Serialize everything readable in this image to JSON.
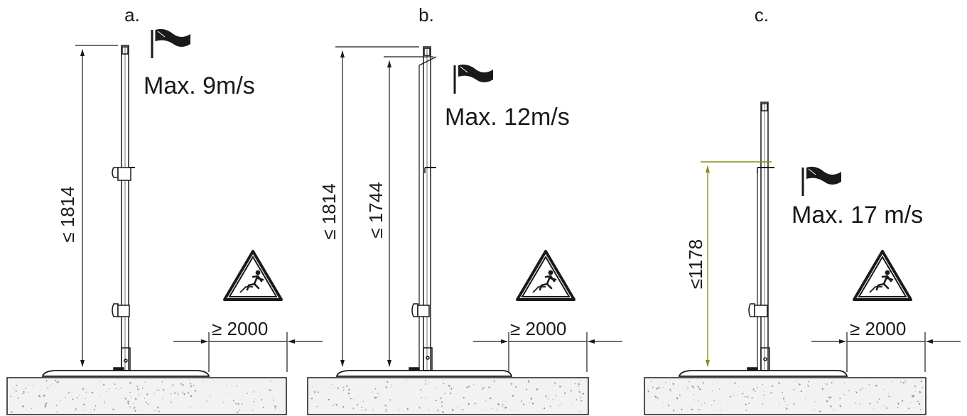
{
  "panels": [
    {
      "letter": "a.",
      "wind": "Max. 9m/s",
      "heights": [
        "≤ 1814"
      ],
      "clearance": "≥ 2000"
    },
    {
      "letter": "b.",
      "wind": "Max. 12m/s",
      "heights": [
        "≤ 1814",
        "≤ 1744"
      ],
      "clearance": "≥ 2000"
    },
    {
      "letter": "c.",
      "wind": "Max. 17 m/s",
      "heights": [
        "≤1178"
      ],
      "clearance": "≥ 2000"
    }
  ],
  "colors": {
    "line": "#1a1a1a",
    "dimension_highlight": "#8a8a1a",
    "ground_fill": "#f2f2f2",
    "ground_speckle": "#8c8c8c"
  },
  "icons": [
    "windsock-flag-icon",
    "fall-hazard-warning-icon"
  ]
}
